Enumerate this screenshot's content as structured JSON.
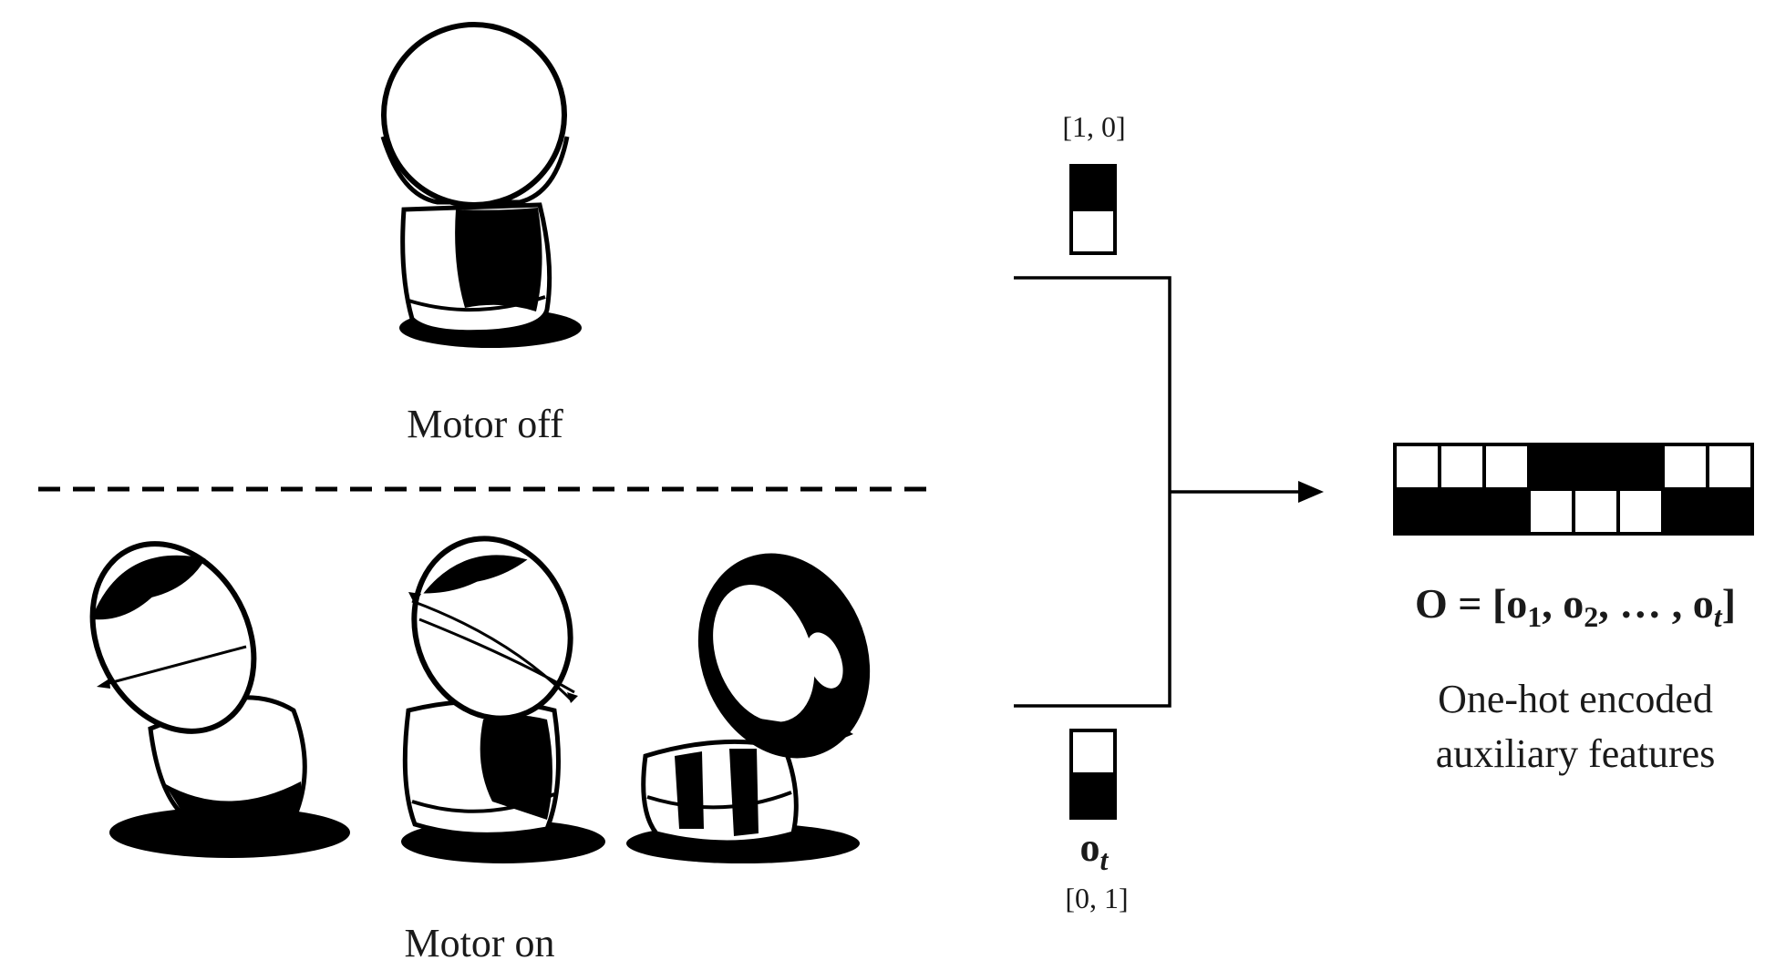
{
  "left_panel": {
    "motor_off_label": "Motor off",
    "motor_on_label": "Motor on"
  },
  "encoding": {
    "off_vector_label": "[1, 0]",
    "on_vector_label": "[0, 1]",
    "off_vector": [
      1,
      0
    ],
    "on_vector": [
      0,
      1
    ],
    "observation_symbol": "o",
    "observation_subscript": "t"
  },
  "output": {
    "sequence_grid": {
      "top_row": [
        0,
        0,
        0,
        1,
        1,
        1,
        0,
        0
      ],
      "bottom_row": [
        1,
        1,
        1,
        0,
        0,
        0,
        1,
        1
      ]
    },
    "formula": {
      "lhs": "O",
      "eq": " = [",
      "o1": "o",
      "s1": "1",
      "sep1": ", ",
      "o2": "o",
      "s2": "2",
      "sep2": ", … , ",
      "ot": "o",
      "st": "t",
      "close": "]"
    },
    "caption_line1": "One-hot encoded",
    "caption_line2": "auxiliary features"
  }
}
